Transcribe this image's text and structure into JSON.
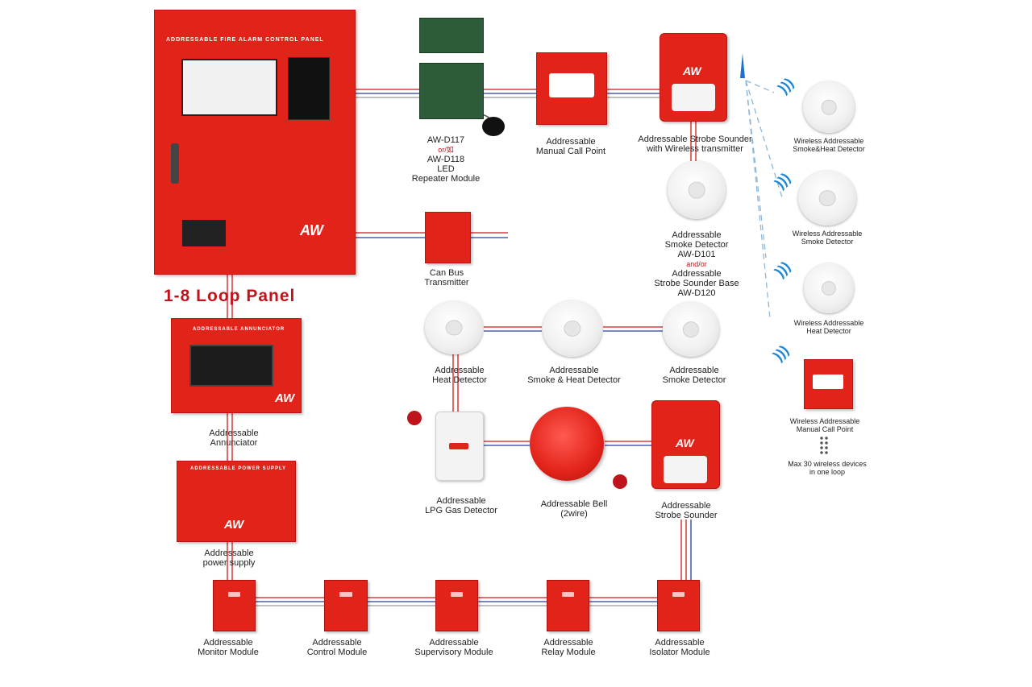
{
  "panel": {
    "header": "ADDRESSABLE FIRE ALARM CONTROL PANEL",
    "caption": "1-8 Loop Panel",
    "brand": "AW"
  },
  "devices": {
    "repeater": {
      "lines": [
        "AW-D117",
        "or/如",
        "AW-D118",
        "LED",
        "Repeater Module"
      ]
    },
    "manual_call_point": {
      "lines": [
        "Addressable",
        "Manual Call Point"
      ]
    },
    "strobe_wireless": {
      "lines": [
        "Addressable Strobe Sounder",
        "with Wireless transmitter"
      ]
    },
    "smoke_base": {
      "lines": [
        "Addressable",
        "Smoke Detector",
        "AW-D101",
        "and/or",
        "Addressable",
        "Strobe Sounder Base",
        "AW-D120"
      ]
    },
    "can_bus": {
      "lines": [
        "Can Bus",
        "Transmitter"
      ]
    },
    "heat_detector": {
      "lines": [
        "Addressable",
        "Heat Detector"
      ]
    },
    "smoke_heat_detector": {
      "lines": [
        "Addressable",
        "Smoke & Heat Detector"
      ]
    },
    "smoke_detector": {
      "lines": [
        "Addressable",
        "Smoke Detector"
      ]
    },
    "lpg_detector": {
      "lines": [
        "Addressable",
        "LPG Gas Detector"
      ]
    },
    "bell": {
      "lines": [
        "Addressable Bell",
        "(2wire)"
      ]
    },
    "strobe_sounder": {
      "lines": [
        "Addressable",
        "Strobe Sounder"
      ]
    },
    "annunciator": {
      "header": "ADDRESSABLE ANNUNCIATOR",
      "lines": [
        "Addressable",
        "Annunciator"
      ]
    },
    "power_supply": {
      "header": "ADDRESSABLE POWER SUPPLY",
      "lines": [
        "Addressable",
        "power supply"
      ]
    },
    "wireless_smoke_heat": {
      "lines": [
        "Wireless Addressable",
        "Smoke&Heat Detector"
      ]
    },
    "wireless_smoke": {
      "lines": [
        "Wireless Addressable",
        "Smoke Detector"
      ]
    },
    "wireless_heat": {
      "lines": [
        "Wireless Addressable",
        "Heat Detector"
      ]
    },
    "wireless_mcp": {
      "lines": [
        "Wireless Addressable",
        "Manual Call Point"
      ]
    },
    "wireless_note": {
      "lines": [
        "Max 30 wireless devices",
        "in one loop"
      ]
    }
  },
  "modules": [
    {
      "lines": [
        "Addressable",
        "Monitor Module"
      ]
    },
    {
      "lines": [
        "Addressable",
        "Control Module"
      ]
    },
    {
      "lines": [
        "Addressable",
        "Supervisory Module"
      ]
    },
    {
      "lines": [
        "Addressable",
        "Relay Module"
      ]
    },
    {
      "lines": [
        "Addressable",
        "Isolator Module"
      ]
    }
  ],
  "colors": {
    "panel_red": "#e2231a",
    "wire_red": "#d01818",
    "wire_blue": "#2a3fa0",
    "wireless_blue": "#1e88d8",
    "title_red": "#c0141c"
  }
}
